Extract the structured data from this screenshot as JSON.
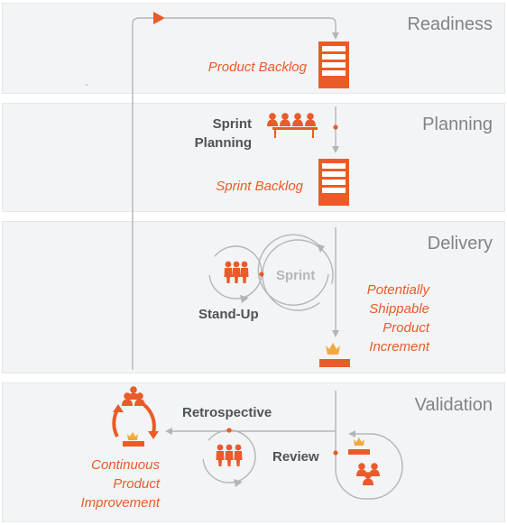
{
  "phases": {
    "readiness": "Readiness",
    "planning": "Planning",
    "delivery": "Delivery",
    "validation": "Validation"
  },
  "artifacts": {
    "product_backlog": "Product Backlog",
    "sprint_backlog": "Sprint Backlog",
    "increment_line1": "Potentially",
    "increment_line2": "Shippable",
    "increment_line3": "Product",
    "increment_line4": "Increment",
    "improvement_line1": "Continuous",
    "improvement_line2": "Product",
    "improvement_line3": "Improvement"
  },
  "events": {
    "sprint_planning_line1": "Sprint",
    "sprint_planning_line2": "Planning",
    "sprint": "Sprint",
    "standup": "Stand-Up",
    "retrospective": "Retrospective",
    "review": "Review"
  },
  "colors": {
    "accent": "#ea5b2a",
    "gold": "#f2a93b",
    "band": "#f3f4f5",
    "line": "#b3b6b8",
    "phase_text": "#7f8487",
    "bold_text": "#4d5357"
  }
}
